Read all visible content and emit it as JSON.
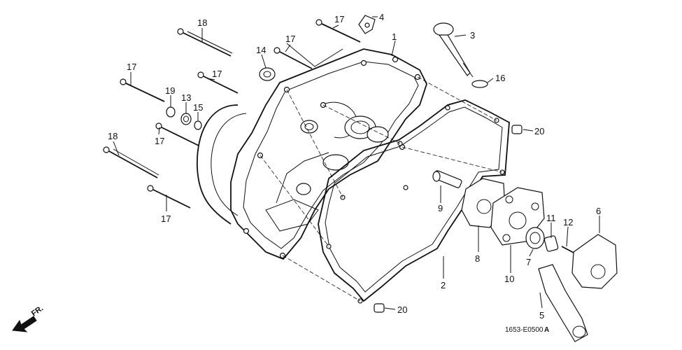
{
  "diagram": {
    "title": "Right crankcase cover exploded parts diagram",
    "drawing_code": "1653-E0500",
    "drawing_revision": "A",
    "direction_label": "FR.",
    "callouts": [
      "1",
      "2",
      "3",
      "4",
      "5",
      "6",
      "7",
      "8",
      "9",
      "10",
      "11",
      "12",
      "13",
      "14",
      "15",
      "16",
      "17",
      "18",
      "19",
      "20"
    ],
    "callout_instances": {
      "c1": "1",
      "c2": "2",
      "c3": "3",
      "c4": "4",
      "c5": "5",
      "c6": "6",
      "c7": "7",
      "c8": "8",
      "c9": "9",
      "c10": "10",
      "c11": "11",
      "c12": "12",
      "c13": "13",
      "c14": "14",
      "c15": "15",
      "c16": "16",
      "c17a": "17",
      "c17b": "17",
      "c17c": "17",
      "c17d": "17",
      "c17e": "17",
      "c17f": "17",
      "c18a": "18",
      "c18b": "18",
      "c19": "19",
      "c20a": "20",
      "c20b": "20"
    }
  }
}
